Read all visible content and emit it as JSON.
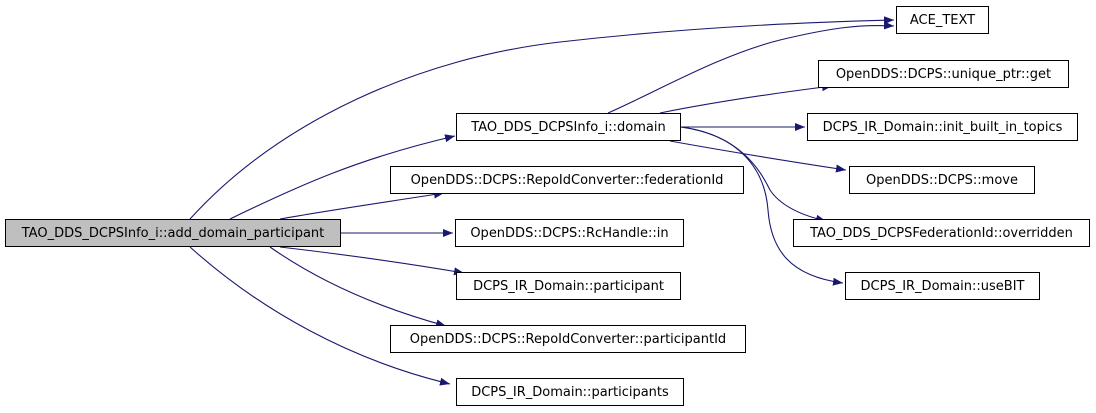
{
  "graph": {
    "edge_color": "#191970",
    "root_fill": "#bfbfbf",
    "nodes": {
      "root": "TAO_DDS_DCPSInfo_i::add_domain_participant",
      "domain": "TAO_DDS_DCPSInfo_i::domain",
      "ace_text": "ACE_TEXT",
      "unique_ptr_get": "OpenDDS::DCPS::unique_ptr::get",
      "init_built_in_topics": "DCPS_IR_Domain::init_built_in_topics",
      "move": "OpenDDS::DCPS::move",
      "overridden": "TAO_DDS_DCPSFederationId::overridden",
      "use_bit": "DCPS_IR_Domain::useBIT",
      "federation_id": "OpenDDS::DCPS::RepoIdConverter::federationId",
      "rchandle_in": "OpenDDS::DCPS::RcHandle::in",
      "participant": "DCPS_IR_Domain::participant",
      "participant_id": "OpenDDS::DCPS::RepoIdConverter::participantId",
      "participants": "DCPS_IR_Domain::participants"
    },
    "edges": [
      [
        "root",
        "ace_text"
      ],
      [
        "root",
        "domain"
      ],
      [
        "root",
        "federation_id"
      ],
      [
        "root",
        "rchandle_in"
      ],
      [
        "root",
        "participant"
      ],
      [
        "root",
        "participant_id"
      ],
      [
        "root",
        "participants"
      ],
      [
        "domain",
        "ace_text"
      ],
      [
        "domain",
        "unique_ptr_get"
      ],
      [
        "domain",
        "init_built_in_topics"
      ],
      [
        "domain",
        "move"
      ],
      [
        "domain",
        "overridden"
      ],
      [
        "domain",
        "use_bit"
      ]
    ]
  }
}
